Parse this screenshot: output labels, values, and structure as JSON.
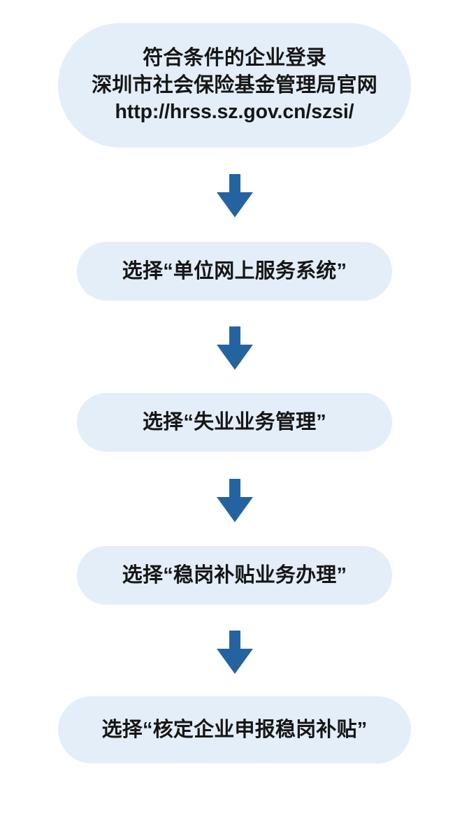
{
  "diagram": {
    "type": "flowchart",
    "orientation": "vertical",
    "colors": {
      "node_fill": "#e3eef9",
      "node_text": "#161616",
      "arrow": "#2563a0",
      "background": "#ffffff"
    },
    "nodes": [
      {
        "id": "node-1",
        "name": "entry-node",
        "lines": [
          "符合条件的企业登录",
          "深圳市社会保险基金管理局官网",
          "http://hrss.sz.gov.cn/szsi/"
        ]
      },
      {
        "id": "node-2",
        "name": "step-node-1",
        "lines": [
          "选择“单位网上服务系统”"
        ]
      },
      {
        "id": "node-3",
        "name": "step-node-2",
        "lines": [
          "选择“失业业务管理”"
        ]
      },
      {
        "id": "node-4",
        "name": "step-node-3",
        "lines": [
          "选择“稳岗补贴业务办理”"
        ]
      },
      {
        "id": "node-5",
        "name": "final-node",
        "lines": [
          "选择“核定企业申报稳岗补贴”"
        ]
      }
    ],
    "connectors": [
      {
        "id": "arrow-1",
        "icon": "arrow-down-icon",
        "from": "node-1",
        "to": "node-2"
      },
      {
        "id": "arrow-2",
        "icon": "arrow-down-icon",
        "from": "node-2",
        "to": "node-3"
      },
      {
        "id": "arrow-3",
        "icon": "arrow-down-icon",
        "from": "node-3",
        "to": "node-4"
      },
      {
        "id": "arrow-4",
        "icon": "arrow-down-icon",
        "from": "node-4",
        "to": "node-5"
      }
    ]
  }
}
